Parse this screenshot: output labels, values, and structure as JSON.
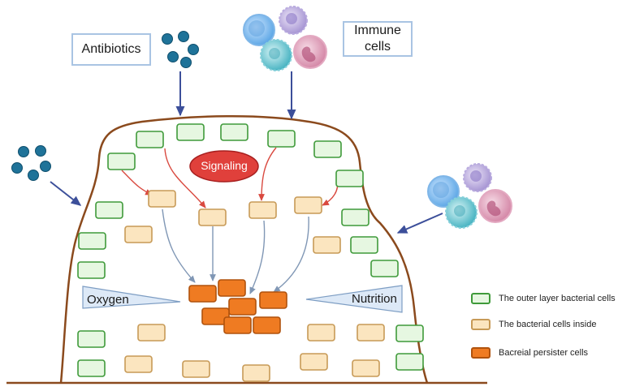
{
  "labels": {
    "antibiotics": "Antibiotics",
    "immune_line1": "Immune",
    "immune_line2": "cells",
    "signaling": "Signaling",
    "oxygen": "Oxygen",
    "nutrition": "Nutrition"
  },
  "legend": [
    {
      "text": "The outer layer bacterial cells",
      "fill": "#e6f7e1",
      "stroke": "#3f9a3a"
    },
    {
      "text": "The bacterial cells inside",
      "fill": "#fbe5bf",
      "stroke": "#c79a57"
    },
    {
      "text": "Bacreial persister cells",
      "fill": "#ef7b22",
      "stroke": "#b0520d"
    }
  ],
  "colors": {
    "biofilm_outline": "#8b4a1d",
    "outer_cell_fill": "#e6f7e1",
    "outer_cell_stroke": "#3f9a3a",
    "inner_cell_fill": "#fbe5bf",
    "inner_cell_stroke": "#c79a57",
    "persister_fill": "#ef7b22",
    "persister_stroke": "#b0520d",
    "signal_arrow": "#d9493f",
    "gray_arrow": "#8097b5",
    "blue_arrow": "#3c4f9a",
    "signaling_fill": "#e0403b",
    "antibiotic_dot": "#1f7399",
    "gradient_fill": "#dde9f7",
    "gradient_stroke": "#7d9dc3"
  }
}
